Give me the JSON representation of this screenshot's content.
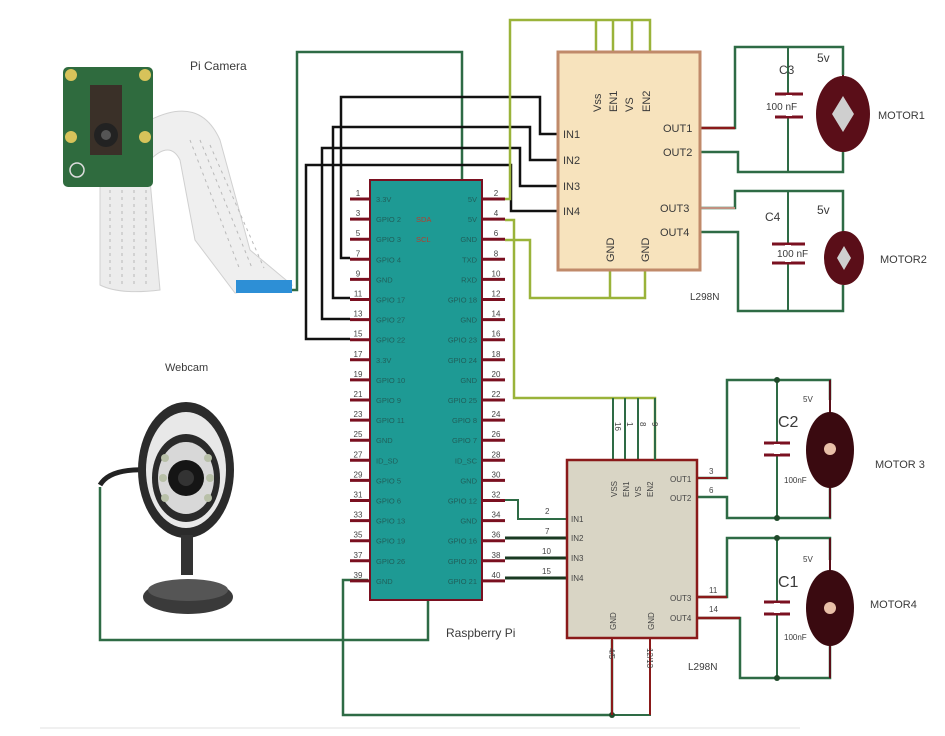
{
  "labels": {
    "pi_camera": "Pi Camera",
    "webcam": "Webcam",
    "raspberry_pi": "Raspberry Pi",
    "driver_top": "L298N",
    "driver_bottom": "L298N"
  },
  "raspberry_pi": {
    "left_pins": [
      {
        "num": "1",
        "name": "3.3V"
      },
      {
        "num": "3",
        "name": "GPIO 2",
        "extra": "SDA"
      },
      {
        "num": "5",
        "name": "GPIO 3",
        "extra": "SCL"
      },
      {
        "num": "7",
        "name": "GPIO 4"
      },
      {
        "num": "9",
        "name": "GND"
      },
      {
        "num": "11",
        "name": "GPIO 17"
      },
      {
        "num": "13",
        "name": "GPIO 27"
      },
      {
        "num": "15",
        "name": "GPIO 22"
      },
      {
        "num": "17",
        "name": "3.3V"
      },
      {
        "num": "19",
        "name": "GPIO 10"
      },
      {
        "num": "21",
        "name": "GPIO 9"
      },
      {
        "num": "23",
        "name": "GPIO 11"
      },
      {
        "num": "25",
        "name": "GND"
      },
      {
        "num": "27",
        "name": "ID_SD"
      },
      {
        "num": "29",
        "name": "GPIO 5"
      },
      {
        "num": "31",
        "name": "GPIO 6"
      },
      {
        "num": "33",
        "name": "GPIO 13"
      },
      {
        "num": "35",
        "name": "GPIO 19"
      },
      {
        "num": "37",
        "name": "GPIO 26"
      },
      {
        "num": "39",
        "name": "GND"
      }
    ],
    "right_pins": [
      {
        "num": "2",
        "name": "5V"
      },
      {
        "num": "4",
        "name": "5V"
      },
      {
        "num": "6",
        "name": "GND"
      },
      {
        "num": "8",
        "name": "TXD"
      },
      {
        "num": "10",
        "name": "RXD"
      },
      {
        "num": "12",
        "name": "GPIO 18"
      },
      {
        "num": "14",
        "name": "GND"
      },
      {
        "num": "16",
        "name": "GPIO 23"
      },
      {
        "num": "18",
        "name": "GPIO 24"
      },
      {
        "num": "20",
        "name": "GND"
      },
      {
        "num": "22",
        "name": "GPIO 25"
      },
      {
        "num": "24",
        "name": "GPIO 8"
      },
      {
        "num": "26",
        "name": "GPIO 7"
      },
      {
        "num": "28",
        "name": "ID_SC"
      },
      {
        "num": "30",
        "name": "GND"
      },
      {
        "num": "32",
        "name": "GPIO 12"
      },
      {
        "num": "34",
        "name": "GND"
      },
      {
        "num": "36",
        "name": "GPIO 16"
      },
      {
        "num": "38",
        "name": "GPIO 20"
      },
      {
        "num": "40",
        "name": "GPIO 21"
      }
    ]
  },
  "driver_top": {
    "top_pins": [
      "Vss",
      "EN1",
      "VS",
      "EN2"
    ],
    "inputs": [
      "IN1",
      "IN2",
      "IN3",
      "IN4"
    ],
    "outputs": [
      "OUT1",
      "OUT2",
      "OUT3",
      "OUT4"
    ],
    "gnd": [
      "GND",
      "GND"
    ]
  },
  "driver_bottom": {
    "top_pins": [
      "VSS",
      "EN1",
      "VS",
      "EN2"
    ],
    "top_pin_nums": [
      "16",
      "1",
      "8",
      "9"
    ],
    "inputs": [
      "IN1",
      "IN2",
      "IN3",
      "IN4"
    ],
    "input_nums": [
      "2",
      "7",
      "10",
      "15"
    ],
    "outputs": [
      "OUT1",
      "OUT2",
      "OUT3",
      "OUT4"
    ],
    "output_nums": [
      "3",
      "6",
      "11",
      "14"
    ],
    "gnd": [
      "GND",
      "GND"
    ],
    "gnd_nums": [
      "4/5",
      "12/13"
    ]
  },
  "motors": [
    {
      "name": "MOTOR1",
      "cap": "C3",
      "cap_value": "100 nF",
      "voltage": "5v"
    },
    {
      "name": "MOTOR2",
      "cap": "C4",
      "cap_value": "100 nF",
      "voltage": "5v"
    },
    {
      "name": "MOTOR 3",
      "cap": "C2",
      "cap_value": "100nF",
      "voltage": "5V"
    },
    {
      "name": "MOTOR4",
      "cap": "C1",
      "cap_value": "100nF",
      "voltage": "5V"
    }
  ],
  "colors": {
    "pi_body": "#1e9a94",
    "pin_red": "#7a1020",
    "wire_green": "#2e6b45",
    "wire_olive": "#9ab33a",
    "wire_black": "#111111",
    "driver_top_fill": "#f7e3bd",
    "driver_top_border": "#c08a6a",
    "driver_bottom_fill": "#d9d5c5",
    "driver_bottom_border": "#8a1a1a",
    "motor_body": "#5a0e18"
  }
}
